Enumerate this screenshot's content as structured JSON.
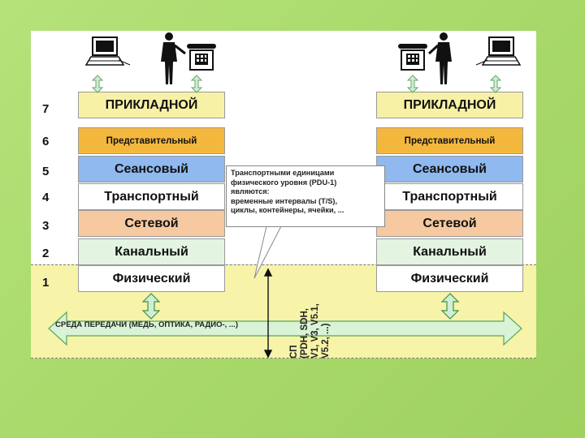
{
  "layer_numbers": [
    "7",
    "6",
    "5",
    "4",
    "3",
    "2",
    "1"
  ],
  "left_stack": {
    "layers": [
      "ПРИКЛАДНОЙ",
      "Представительный",
      "Сеансовый",
      "Транспортный",
      "Сетевой",
      "Канальный",
      "Физический"
    ]
  },
  "right_stack": {
    "layers": [
      "ПРИКЛАДНОЙ",
      "Представительный",
      "Сеансовый",
      "Транспортный",
      "Сетевой",
      "Канальный",
      "Физический"
    ]
  },
  "callout": {
    "lines": [
      "Транспортными единицами",
      "физического уровня (PDU-1)",
      "являются:",
      "временные интервалы (T/S),",
      "циклы, контейнеры, ячейки, ..."
    ]
  },
  "medium_label": "СРЕДА ПЕРЕДАЧИ (МЕДЬ, ОПТИКА, РАДИО-, ...)",
  "sp_label": {
    "lines": [
      "СП",
      "(PDH, SDH,",
      "V1, V3, V5.1,",
      "V5.2, ...)"
    ]
  },
  "icons": {
    "left": [
      "computer-icon",
      "person-icon",
      "telephone-icon"
    ],
    "right": [
      "telephone-icon",
      "person-icon",
      "computer-icon"
    ]
  },
  "colors": {
    "background": "#a8d96a",
    "layer7": "#f7f1a6",
    "layer6": "#f4b73e",
    "layer5": "#8fb9ef",
    "layer3": "#f6c9a0",
    "layer2": "#e3f5e1",
    "physical_zone": "#f7f3a8",
    "medium_arrow": "#d9f3d6",
    "updown_arrow": "#cfefd5"
  }
}
